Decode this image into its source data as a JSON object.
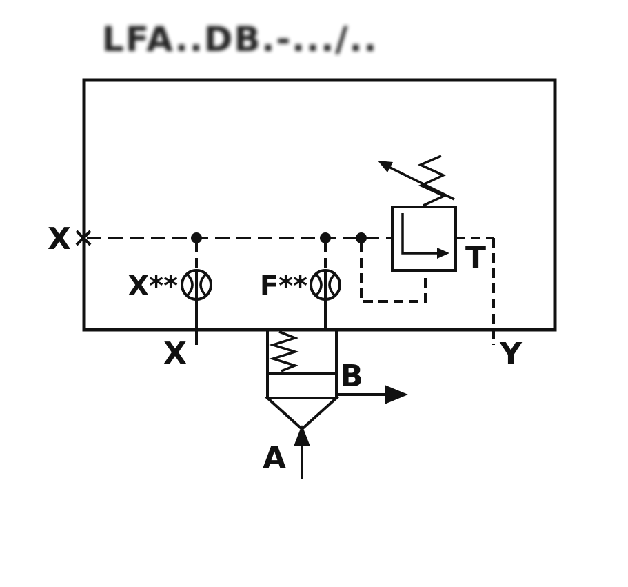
{
  "title": "LFA..DB.-.../..",
  "colors": {
    "line": "#111111",
    "background": "#ffffff"
  },
  "labels": {
    "port_x_left": "X",
    "orifice_x": "X**",
    "orifice_f": "F**",
    "port_t": "T",
    "port_x_bottom": "X",
    "port_y": "Y",
    "port_b": "B",
    "port_a": "A"
  }
}
